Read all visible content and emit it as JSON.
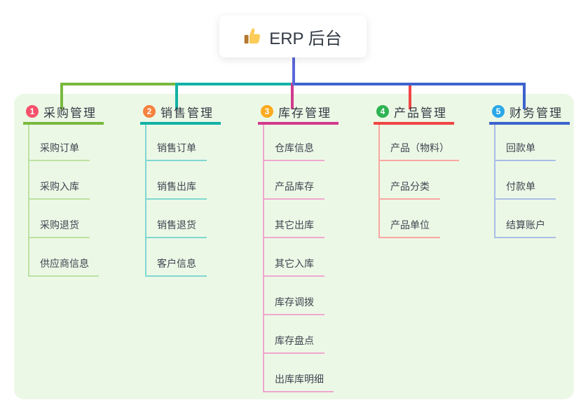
{
  "root": {
    "label": "ERP 后台",
    "icon": "thumbs-up-icon"
  },
  "canvas": {
    "background": "#ffffff",
    "panel_color": "#ecf8e6",
    "root_line_color": "#5a67d8"
  },
  "branches": [
    {
      "badge": "1",
      "label": "采购管理",
      "color": "#79b93f",
      "light_color": "#bce2a2",
      "badge_color": "#f5516c",
      "children": [
        "采购订单",
        "采购入库",
        "采购退货",
        "供应商信息"
      ]
    },
    {
      "badge": "2",
      "label": "销售管理",
      "color": "#12b2a6",
      "light_color": "#7fd8d0",
      "badge_color": "#f7813f",
      "children": [
        "销售订单",
        "销售出库",
        "销售退货",
        "客户信息"
      ]
    },
    {
      "badge": "3",
      "label": "库存管理",
      "color": "#d23a8d",
      "light_color": "#f0a7cf",
      "badge_color": "#fbab1f",
      "children": [
        "仓库信息",
        "产品库存",
        "其它出库",
        "其它入库",
        "库存调拨",
        "库存盘点",
        "出库库明细"
      ]
    },
    {
      "badge": "4",
      "label": "产品管理",
      "color": "#f04545",
      "light_color": "#f8a7a3",
      "badge_color": "#2eb353",
      "children": [
        "产品（物料）",
        "产品分类",
        "产品单位"
      ]
    },
    {
      "badge": "5",
      "label": "财务管理",
      "color": "#3c63cc",
      "light_color": "#a9bde8",
      "badge_color": "#29a8e8",
      "children": [
        "回款单",
        "付款单",
        "结算账户"
      ]
    }
  ]
}
